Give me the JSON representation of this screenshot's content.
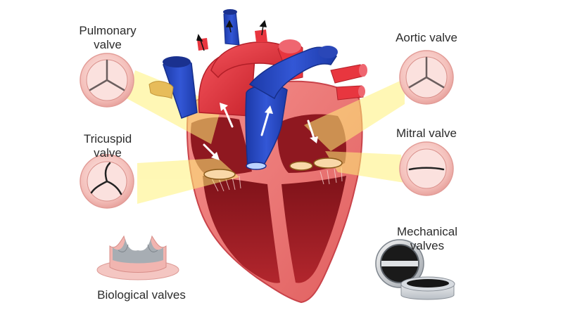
{
  "labels": {
    "pulmonary": [
      "Pulmonary",
      "valve"
    ],
    "tricuspid": [
      "Tricuspid",
      "valve"
    ],
    "aortic": [
      "Aortic valve"
    ],
    "mitral": [
      "Mitral valve"
    ],
    "mechanical": [
      "Mechanical",
      "valves"
    ],
    "biological": [
      "Biological valves"
    ]
  },
  "colors": {
    "oxygenated": "#e8363f",
    "deoxygenated": "#2346c2",
    "myocardium": "#f07a78",
    "chamber": "#9b1c24",
    "highlight": "#fff27a",
    "valve_tissue": "#f6c7c4"
  }
}
